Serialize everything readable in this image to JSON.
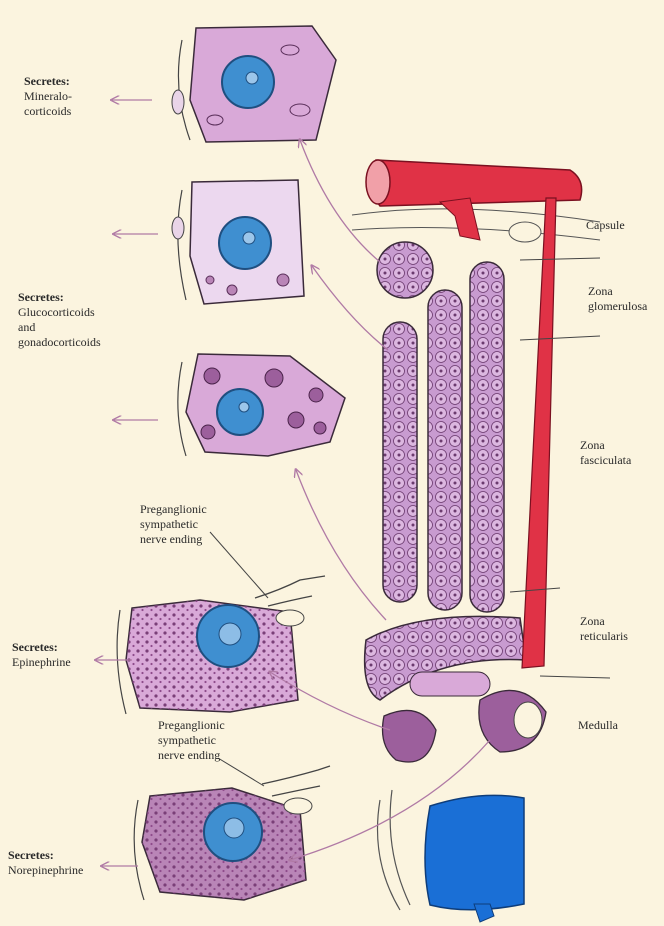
{
  "secretions": [
    {
      "heading": "Secretes:",
      "lines": [
        "Mineralo-",
        "corticoids"
      ]
    },
    {
      "heading": "Secretes:",
      "lines": [
        "Glucocorticoids",
        "and",
        "gonadocorticoids"
      ]
    },
    {
      "heading": "Secretes:",
      "lines": [
        "Epinephrine"
      ]
    },
    {
      "heading": "Secretes:",
      "lines": [
        "Norepinephrine"
      ]
    }
  ],
  "nerve_labels": [
    {
      "lines": [
        "Preganglionic",
        "sympathetic",
        "nerve ending"
      ]
    },
    {
      "lines": [
        "Preganglionic",
        "sympathetic",
        "nerve ending"
      ]
    }
  ],
  "zones": [
    {
      "lines": [
        "Capsule"
      ]
    },
    {
      "lines": [
        "Zona",
        "glomerulosa"
      ]
    },
    {
      "lines": [
        "Zona",
        "fasciculata"
      ]
    },
    {
      "lines": [
        "Zona",
        "reticularis"
      ]
    },
    {
      "lines": [
        "Medulla"
      ]
    }
  ],
  "colors": {
    "background": "#fbf4df",
    "cell_pink": "#d9a9d8",
    "cell_light": "#ecd8ef",
    "cell_dark": "#b985b7",
    "nucleus": "#3f8fd0",
    "artery": "#e03246",
    "vein": "#1a6fd6",
    "arrow": "#b07aa5"
  }
}
